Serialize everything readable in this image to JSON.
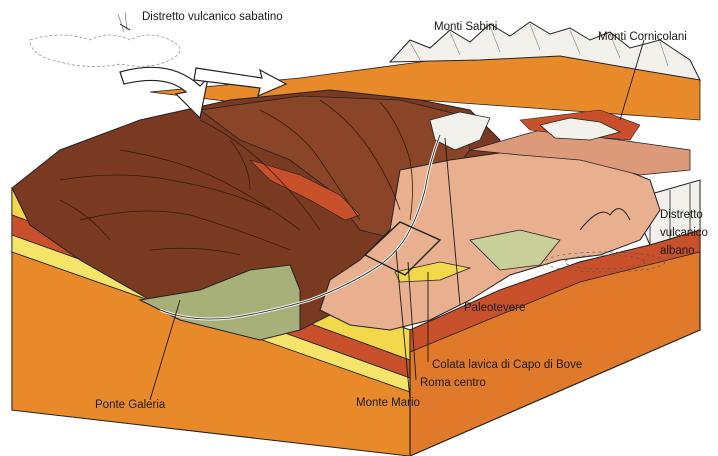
{
  "labels": {
    "sabatino": "Distretto vulcanico sabatino",
    "sabini": "Monti Sabini",
    "cornicolani": "Monti Cornicolani",
    "albano_1": "Distretto",
    "albano_2": "vulcanico",
    "albano_3": "albano",
    "paleotevere": "Paleotevere",
    "colata": "Colata lavica di Capo di Bove",
    "roma": "Roma centro",
    "mario": "Monte Mario",
    "galeria": "Ponte Galeria"
  },
  "colors": {
    "plain_brown": "#7a3a22",
    "volcanic_brown": "#8a4528",
    "clay_pink": "#e8b08f",
    "pale_green": "#a8b07a",
    "orange_layer": "#e88a2a",
    "yellow_layer": "#f2d84a",
    "red_ochre": "#c8502a",
    "limestone": "#f2f0ea"
  }
}
